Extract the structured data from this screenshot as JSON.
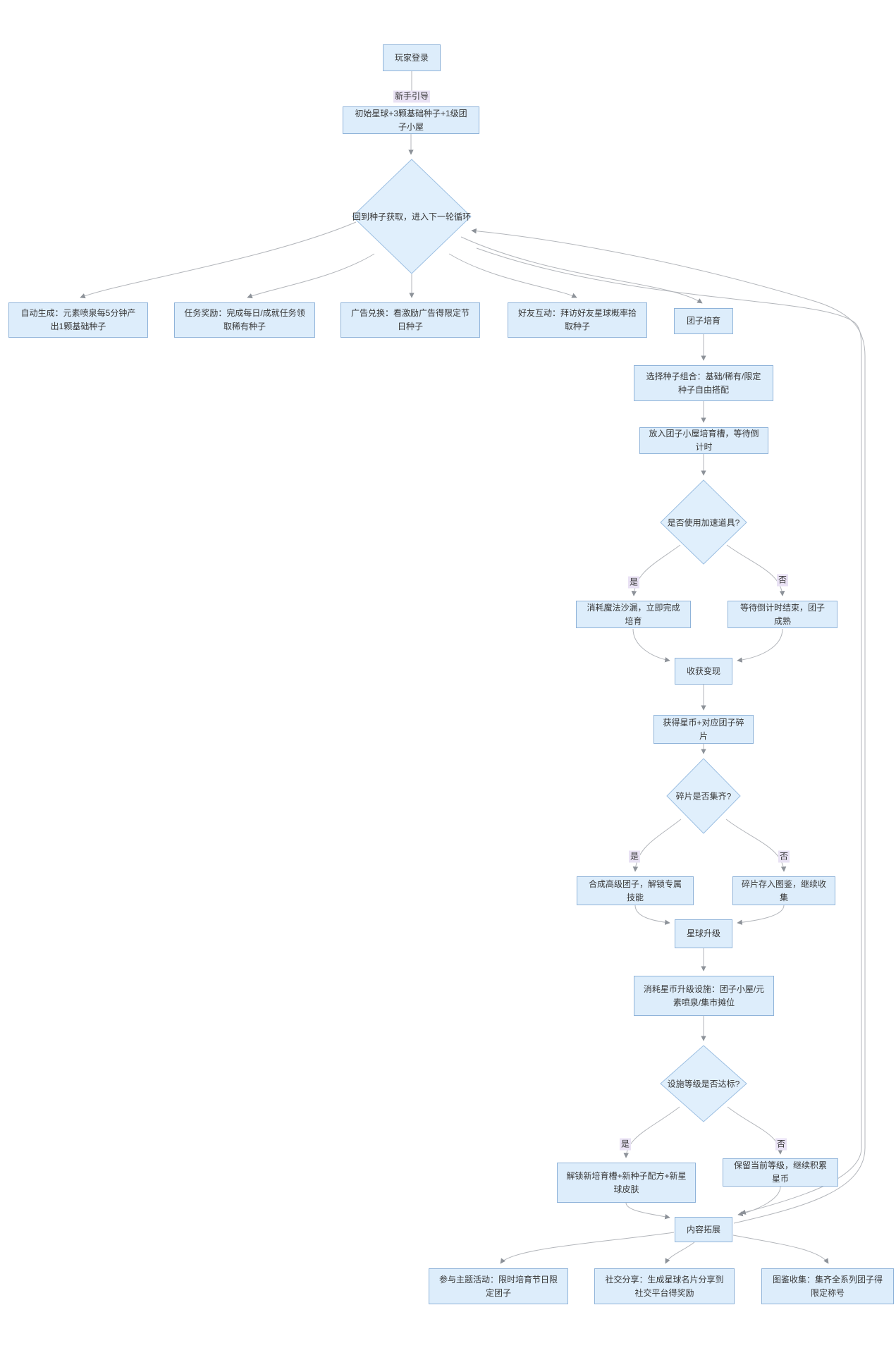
{
  "diagram": {
    "type": "flowchart",
    "colors": {
      "node_fill": "#ddedfb",
      "node_border": "#8fb3d9",
      "diamond_fill": "#e0effc",
      "diamond_border": "#9cbfe2",
      "edge": "#b3b6bb",
      "arrow": "#8d9299",
      "edge_label_bg": "#e9e2f4",
      "text": "#383838",
      "background": "#ffffff"
    },
    "nodes": {
      "player_login": {
        "label": "玩家登录"
      },
      "initial_planet": {
        "label": "初始星球+3颗基础种子+1级团子小屋"
      },
      "seed_cycle": {
        "label": "回到种子获取，进入下一轮循环"
      },
      "auto_generate": {
        "label": "自动生成：元素喷泉每5分钟产出1颗基础种子"
      },
      "task_reward": {
        "label": "任务奖励：完成每日/成就任务领取稀有种子"
      },
      "ad_exchange": {
        "label": "广告兑换：看激励广告得限定节日种子"
      },
      "friend_interaction": {
        "label": "好友互动：拜访好友星球概率拾取种子"
      },
      "tuanzi_cultivation": {
        "label": "团子培育"
      },
      "choose_seed_combo": {
        "label": "选择种子组合：基础/稀有/限定种子自由搭配"
      },
      "put_into_slot": {
        "label": "放入团子小屋培育槽，等待倒计时"
      },
      "use_accelerator": {
        "label": "是否使用加速道具?"
      },
      "consume_hourglass": {
        "label": "消耗魔法沙漏，立即完成培育"
      },
      "wait_countdown": {
        "label": "等待倒计时结束，团子成熟"
      },
      "harvest": {
        "label": "收获变现"
      },
      "gain_starcoin": {
        "label": "获得星币+对应团子碎片"
      },
      "fragments_complete": {
        "label": "碎片是否集齐?"
      },
      "synthesize_advanced": {
        "label": "合成高级团子，解锁专属技能"
      },
      "store_fragments": {
        "label": "碎片存入图鉴，继续收集"
      },
      "planet_upgrade": {
        "label": "星球升级"
      },
      "consume_starcoin_upgrade": {
        "label": "消耗星币升级设施：团子小屋/元素喷泉/集市摊位"
      },
      "facility_level_check": {
        "label": "设施等级是否达标?"
      },
      "unlock_new": {
        "label": "解锁新培育槽+新种子配方+新星球皮肤"
      },
      "keep_level": {
        "label": "保留当前等级，继续积累星币"
      },
      "content_expansion": {
        "label": "内容拓展"
      },
      "theme_activity": {
        "label": "参与主题活动：限时培育节日限定团子"
      },
      "social_share": {
        "label": "社交分享：生成星球名片分享到社交平台得奖励"
      },
      "catalog_collection": {
        "label": "图鉴收集：集齐全系列团子得限定称号"
      }
    },
    "edge_labels": {
      "onboarding": "新手引导",
      "yes1": "是",
      "no1": "否",
      "yes2": "是",
      "no2": "否",
      "yes3": "是",
      "no3": "否"
    },
    "edges": [
      {
        "from": "player_login",
        "to": "initial_planet",
        "label": "新手引导"
      },
      {
        "from": "initial_planet",
        "to": "seed_cycle"
      },
      {
        "from": "seed_cycle",
        "to": "auto_generate"
      },
      {
        "from": "seed_cycle",
        "to": "task_reward"
      },
      {
        "from": "seed_cycle",
        "to": "ad_exchange"
      },
      {
        "from": "seed_cycle",
        "to": "friend_interaction"
      },
      {
        "from": "seed_cycle",
        "to": "tuanzi_cultivation"
      },
      {
        "from": "tuanzi_cultivation",
        "to": "choose_seed_combo"
      },
      {
        "from": "choose_seed_combo",
        "to": "put_into_slot"
      },
      {
        "from": "put_into_slot",
        "to": "use_accelerator"
      },
      {
        "from": "use_accelerator",
        "to": "consume_hourglass",
        "label": "是"
      },
      {
        "from": "use_accelerator",
        "to": "wait_countdown",
        "label": "否"
      },
      {
        "from": "consume_hourglass",
        "to": "harvest"
      },
      {
        "from": "wait_countdown",
        "to": "harvest"
      },
      {
        "from": "harvest",
        "to": "gain_starcoin"
      },
      {
        "from": "gain_starcoin",
        "to": "fragments_complete"
      },
      {
        "from": "fragments_complete",
        "to": "synthesize_advanced",
        "label": "是"
      },
      {
        "from": "fragments_complete",
        "to": "store_fragments",
        "label": "否"
      },
      {
        "from": "synthesize_advanced",
        "to": "planet_upgrade"
      },
      {
        "from": "store_fragments",
        "to": "planet_upgrade"
      },
      {
        "from": "planet_upgrade",
        "to": "consume_starcoin_upgrade"
      },
      {
        "from": "consume_starcoin_upgrade",
        "to": "facility_level_check"
      },
      {
        "from": "facility_level_check",
        "to": "unlock_new",
        "label": "是"
      },
      {
        "from": "facility_level_check",
        "to": "keep_level",
        "label": "否"
      },
      {
        "from": "unlock_new",
        "to": "content_expansion"
      },
      {
        "from": "keep_level",
        "to": "content_expansion"
      },
      {
        "from": "content_expansion",
        "to": "theme_activity"
      },
      {
        "from": "content_expansion",
        "to": "social_share"
      },
      {
        "from": "content_expansion",
        "to": "catalog_collection"
      },
      {
        "from": "seed_cycle",
        "to": "content_expansion",
        "note": "right-side loop line"
      },
      {
        "from": "content_expansion",
        "to": "seed_cycle",
        "note": "loop back to next cycle"
      }
    ]
  }
}
